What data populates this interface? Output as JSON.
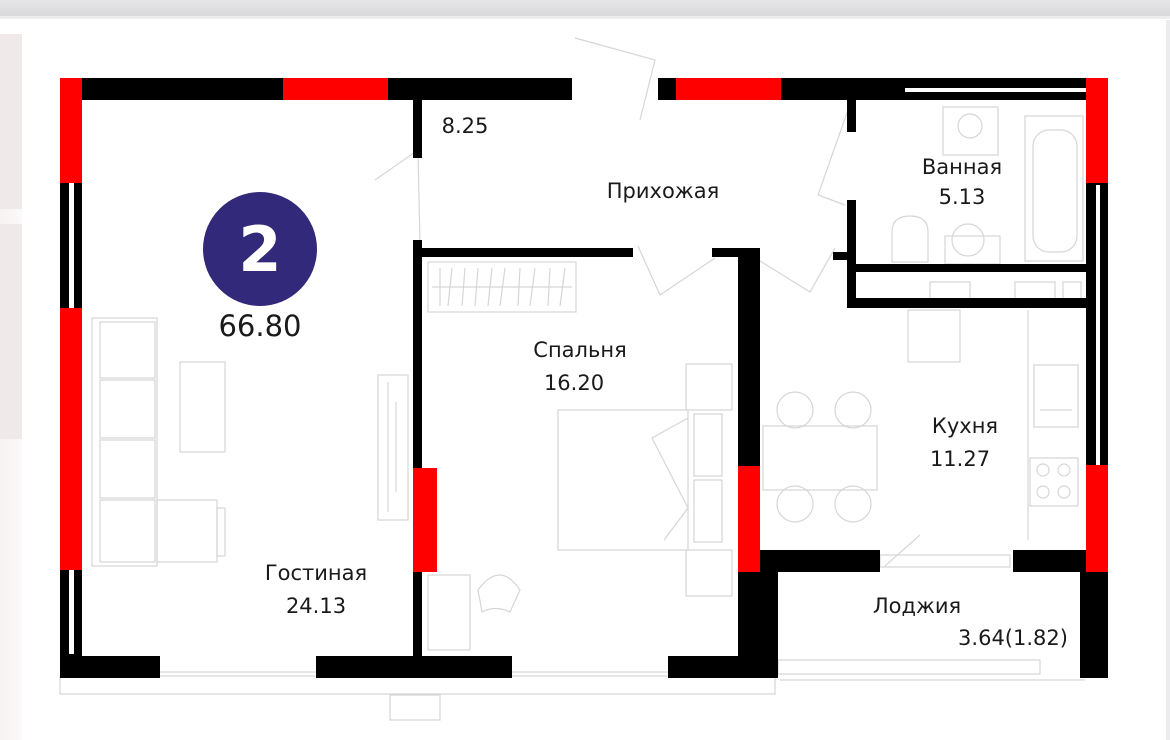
{
  "plan": {
    "rooms_count": "2",
    "total_area": "66.80",
    "wall_color": "#000000",
    "window_color": "#ff0000",
    "badge_color": "#33297a",
    "rooms": [
      {
        "name": "",
        "area": "8.25",
        "id": "hall-area"
      },
      {
        "name": "Прихожая",
        "area": "",
        "id": "hallway"
      },
      {
        "name": "Ванная",
        "area": "5.13",
        "id": "bathroom"
      },
      {
        "name": "Спальня",
        "area": "16.20",
        "id": "bedroom"
      },
      {
        "name": "Кухня",
        "area": "11.27",
        "id": "kitchen"
      },
      {
        "name": "Гостиная",
        "area": "24.13",
        "id": "living-room"
      },
      {
        "name": "Лоджия",
        "area": "3.64(1.82)",
        "id": "loggia"
      }
    ]
  }
}
